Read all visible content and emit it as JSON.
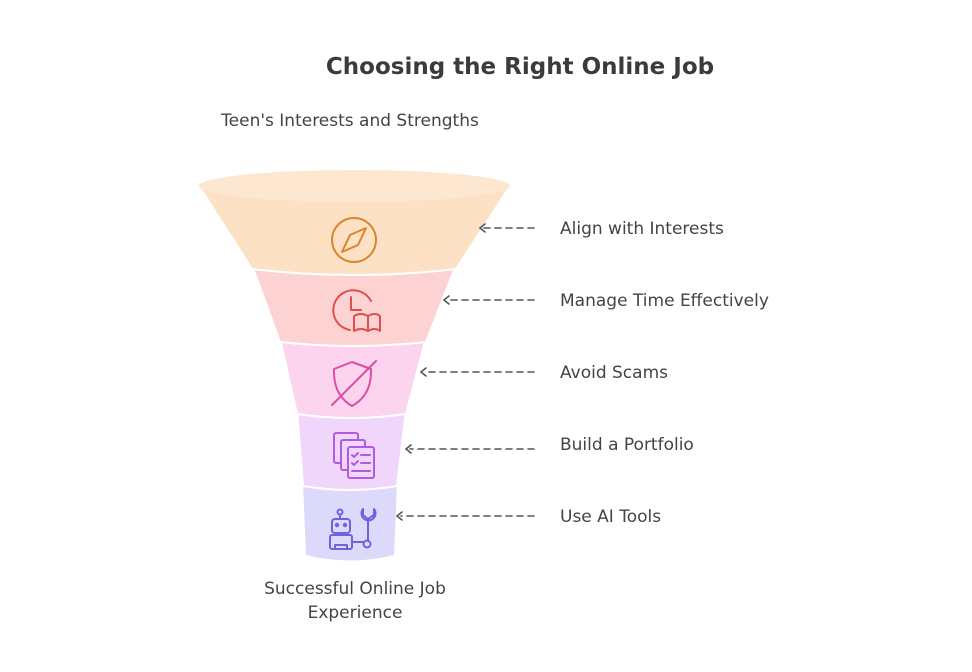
{
  "title": "Choosing the Right Online Job",
  "top_label": "Teen's Interests and Strengths",
  "bottom_label": "Successful Online Job Experience",
  "stages": [
    {
      "label": "Align with Interests",
      "icon": "compass-icon",
      "fill": "#fde1c4",
      "stroke": "#d9852a"
    },
    {
      "label": "Manage Time Effectively",
      "icon": "clock-book-icon",
      "fill": "#fdd2d2",
      "stroke": "#de4f4f"
    },
    {
      "label": "Avoid Scams",
      "icon": "shield-off-icon",
      "fill": "#fcd4ee",
      "stroke": "#d94fa8"
    },
    {
      "label": "Build a Portfolio",
      "icon": "documents-checklist-icon",
      "fill": "#f0d6fa",
      "stroke": "#b25be0"
    },
    {
      "label": "Use AI Tools",
      "icon": "robot-wrench-icon",
      "fill": "#dcd9fa",
      "stroke": "#6e63dd"
    }
  ]
}
